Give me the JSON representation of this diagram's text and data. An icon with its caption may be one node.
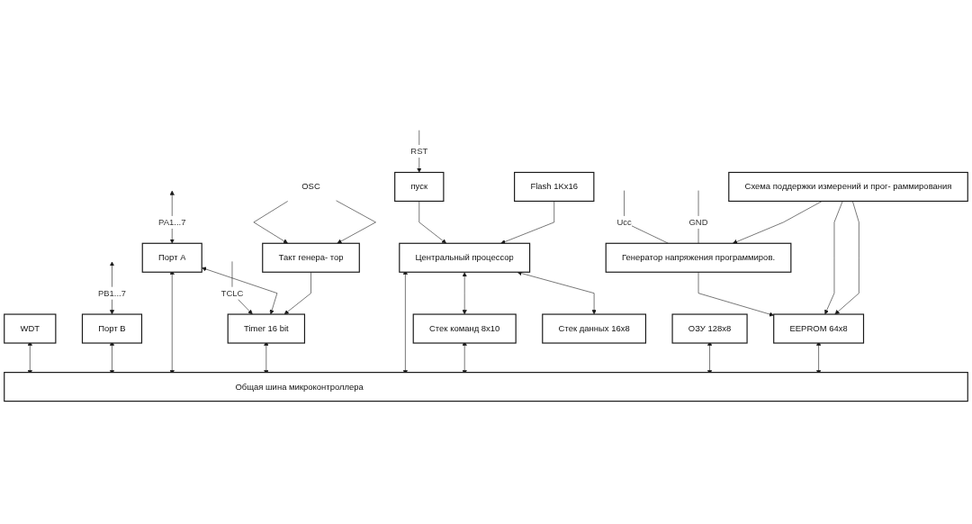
{
  "diagram": {
    "nodes": [
      {
        "text": [
          "Такт генера- тор"
        ]
      },
      {
        "text": [
          "пуск"
        ]
      },
      {
        "text": [
          "Flash 1Kx16"
        ]
      },
      {
        "text": [
          "Генератор напряжения программиров."
        ]
      },
      {
        "text": [
          "Схема поддержки измерений и прог- раммирования"
        ]
      },
      {
        "text": [
          "WDT"
        ]
      },
      {
        "text": [
          "Порт B"
        ]
      },
      {
        "text": [
          "Порт A"
        ]
      },
      {
        "text": [
          "Timer 16 bit"
        ]
      },
      {
        "text": [
          "Центральный процессор"
        ]
      },
      {
        "text": [
          "ОЗУ 128x8"
        ]
      },
      {
        "text": [
          "EEPROM 64x8"
        ]
      },
      {
        "text": [
          "Стек команд 8x10"
        ]
      },
      {
        "text": [
          "Стек данных 16x8"
        ]
      },
      {
        "text": [
          "Общая шина микроконтроллера"
        ]
      },
      {
        "text": [
          "OSC"
        ]
      }
    ],
    "edges": [
      {
        "from": null,
        "to": 6,
        "arrow": "both",
        "label": "PB1...7"
      },
      {
        "from": null,
        "to": 7,
        "arrow": "both",
        "label": "PA1...7"
      },
      {
        "from": null,
        "to": 8,
        "arrow": "to",
        "label": "TCLC"
      },
      {
        "from": 7,
        "to": 8,
        "arrow": "both"
      },
      {
        "from": 15,
        "to": 0,
        "arrow": "to"
      },
      {
        "from": 15,
        "to": 0,
        "arrow": "to"
      },
      {
        "from": null,
        "to": 1,
        "arrow": "to",
        "label": "RST"
      },
      {
        "from": null,
        "to": 3,
        "arrow": "none",
        "label": "Ucc"
      },
      {
        "from": null,
        "to": 3,
        "arrow": "none",
        "label": "GND"
      },
      {
        "from": 0,
        "to": 8,
        "arrow": "to"
      },
      {
        "from": 1,
        "to": 9,
        "arrow": "to"
      },
      {
        "from": 2,
        "to": 9,
        "arrow": "to"
      },
      {
        "from": 3,
        "to": 11,
        "arrow": "to"
      },
      {
        "from": 4,
        "to": 3,
        "arrow": "to"
      },
      {
        "from": 4,
        "to": 11,
        "arrow": "to"
      },
      {
        "from": 4,
        "to": 11,
        "arrow": "to"
      },
      {
        "from": 5,
        "to": 14,
        "arrow": "both"
      },
      {
        "from": 6,
        "to": 14,
        "arrow": "both"
      },
      {
        "from": 7,
        "to": 14,
        "arrow": "both"
      },
      {
        "from": 8,
        "to": 14,
        "arrow": "both"
      },
      {
        "from": 9,
        "to": 12,
        "arrow": "both"
      },
      {
        "from": 9,
        "to": 14,
        "arrow": "both"
      },
      {
        "from": 9,
        "to": 13,
        "arrow": "both"
      },
      {
        "from": 12,
        "to": 14,
        "arrow": "both"
      },
      {
        "from": 10,
        "to": 14,
        "arrow": "both"
      },
      {
        "from": 11,
        "to": 14,
        "arrow": "both"
      }
    ]
  }
}
